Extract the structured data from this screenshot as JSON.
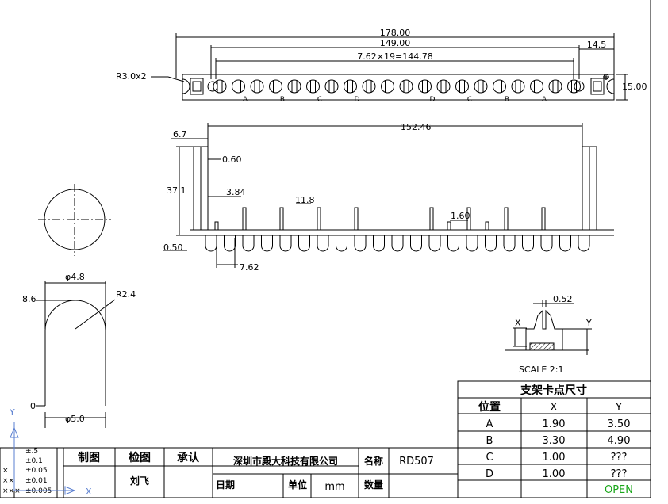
{
  "dimensions": {
    "top_view": {
      "overall": "178.00",
      "pin_span": "149.00",
      "pitch_span": "7.62×19=144.78",
      "end_offset": "14.5",
      "height": "15.00",
      "radius": "R3.0x2",
      "pin_letters": [
        "A",
        "B",
        "C",
        "D",
        "D",
        "C",
        "B",
        "A"
      ]
    },
    "side_view": {
      "overall": "152.46",
      "left_width": "6.7",
      "pin_thickness": "0.60",
      "height": "37.1",
      "pin_height": "3.84",
      "tall_pin": "11.8",
      "short_pin": "1.60",
      "base": "0.50",
      "pitch": "7.62"
    },
    "detail": {
      "top_width": "φ4.8",
      "radius": "R2.4",
      "height": "8.6",
      "zero": "0",
      "bottom_width": "φ5.0"
    },
    "clip_detail": {
      "gap": "0.52",
      "x_label": "X",
      "y_label": "Y",
      "scale": "SCALE 2:1"
    }
  },
  "table": {
    "title": "支架卡点尺寸",
    "headers": [
      "位置",
      "X",
      "Y"
    ],
    "rows": [
      [
        "A",
        "1.90",
        "3.50"
      ],
      [
        "B",
        "3.30",
        "4.90"
      ],
      [
        "C",
        "1.00",
        "???"
      ],
      [
        "D",
        "1.00",
        "???"
      ]
    ],
    "status": "OPEN"
  },
  "title_block": {
    "tolerances": [
      {
        "sym": "",
        "val": "±.5"
      },
      {
        "sym": "",
        "val": "±0.1"
      },
      {
        "sym": "×",
        "val": "±0.05"
      },
      {
        "sym": "××",
        "val": "±0.01"
      },
      {
        "sym": "×××",
        "val": "±0.005"
      }
    ],
    "drawn_label": "制图",
    "checked_label": "检图",
    "approved_label": "承认",
    "drafter": "刘飞",
    "company": "深圳市殿大科技有限公司",
    "name_label": "名称",
    "name_value": "RD507",
    "date_label": "日期",
    "unit_label": "单位",
    "unit_value": "mm",
    "qty_label": "数量"
  },
  "axis": {
    "y": "Y",
    "x": "X"
  },
  "colors": {
    "line": "#000000",
    "status": "#1aa61a"
  }
}
